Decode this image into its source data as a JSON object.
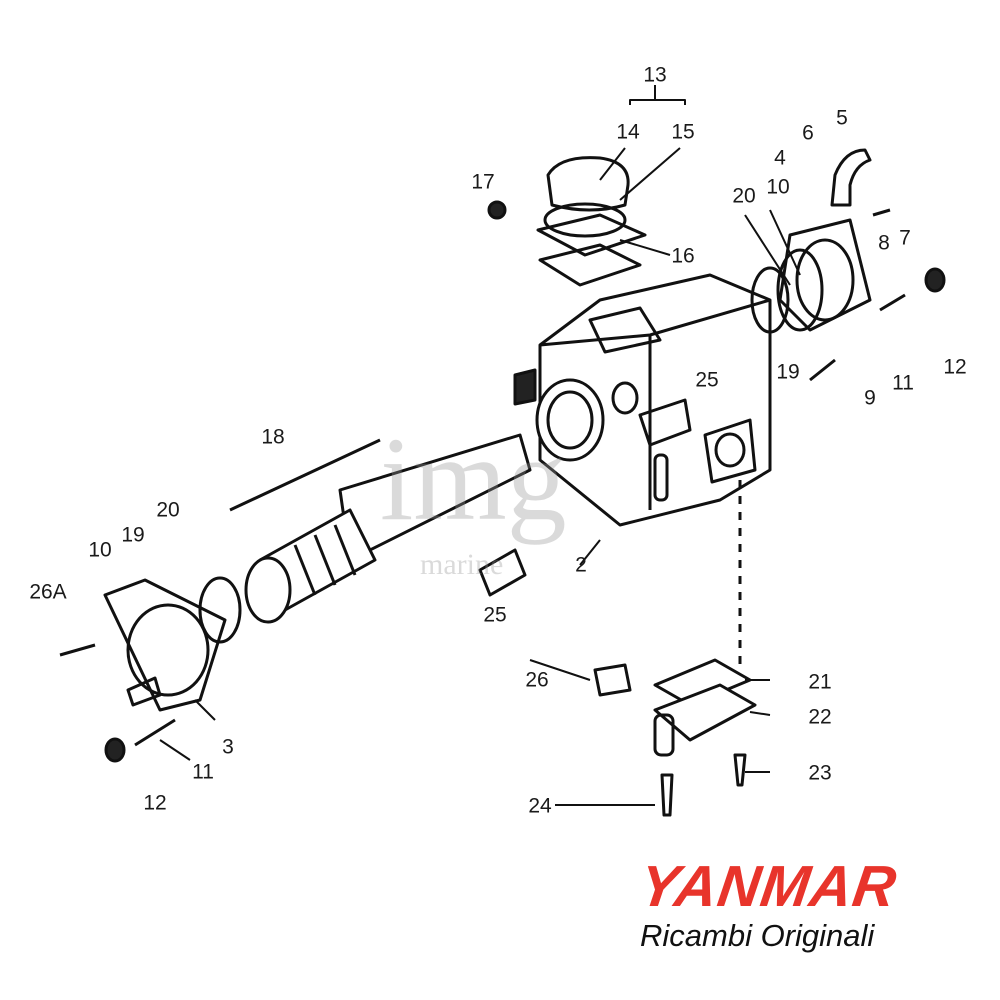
{
  "diagram": {
    "part_labels": {
      "p13": "13",
      "p14": "14",
      "p15": "15",
      "p17": "17",
      "p16": "16",
      "p5": "5",
      "p6": "6",
      "p4": "4",
      "p20a": "20",
      "p10a": "10",
      "p8": "8",
      "p7": "7",
      "p12a": "12",
      "p19a": "19",
      "p9": "9",
      "p11a": "11",
      "p25a": "25",
      "p18": "18",
      "p2": "2",
      "p20b": "20",
      "p19b": "19",
      "p10b": "10",
      "p26A": "26A",
      "p25b": "25",
      "p26": "26",
      "p21": "21",
      "p22": "22",
      "p23": "23",
      "p24": "24",
      "p3": "3",
      "p11b": "11",
      "p12b": "12"
    }
  },
  "watermark": {
    "main": "img",
    "sub": "marine"
  },
  "brand": {
    "name": "YANMAR",
    "subtitle": "Ricambi Originali",
    "color": "#e8342b"
  }
}
